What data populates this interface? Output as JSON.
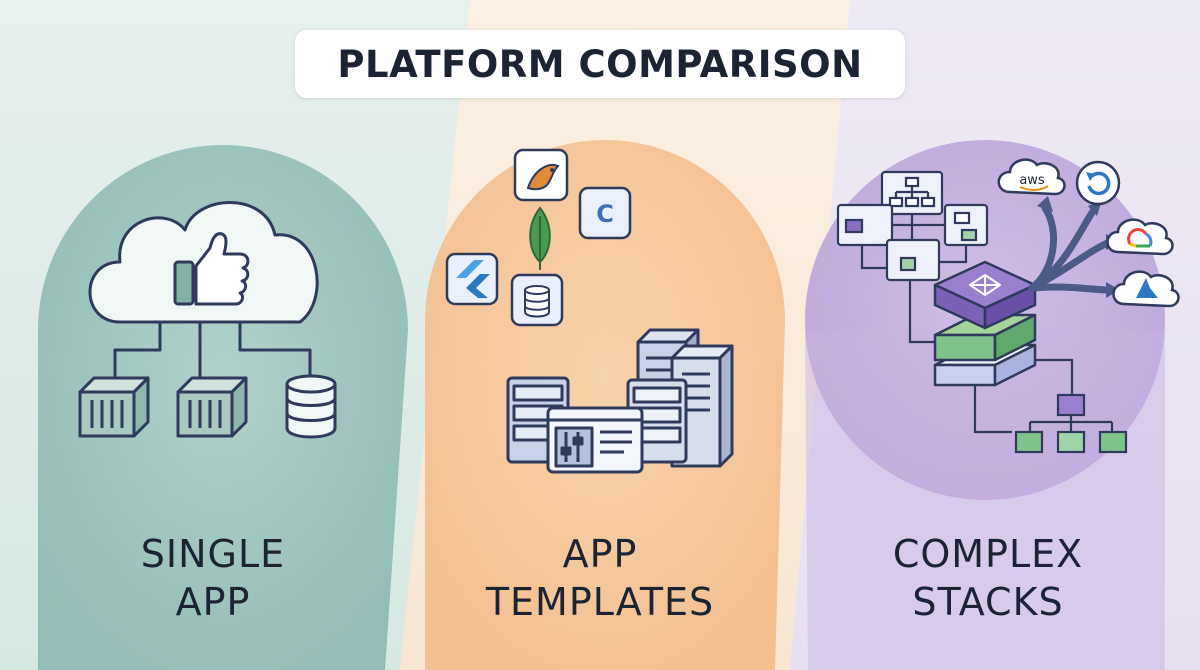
{
  "title": "PLATFORM COMPARISON",
  "panels": [
    {
      "line1": "SINGLE",
      "line2": "APP",
      "icon": "cloud-thumbs-up-icon"
    },
    {
      "line1": "APP",
      "line2": "TEMPLATES",
      "icon": "server-templates-icon"
    },
    {
      "line1": "COMPLEX",
      "line2": "STACKS",
      "icon": "multi-cloud-stack-icon"
    }
  ],
  "cloud_badges": {
    "aws": "aws"
  },
  "colors": {
    "teal": "#7fb0a8",
    "peach": "#f2bf8e",
    "lavender": "#b9a2d8",
    "ink": "#1c2434",
    "icon_blue": "#2f3a5c"
  }
}
